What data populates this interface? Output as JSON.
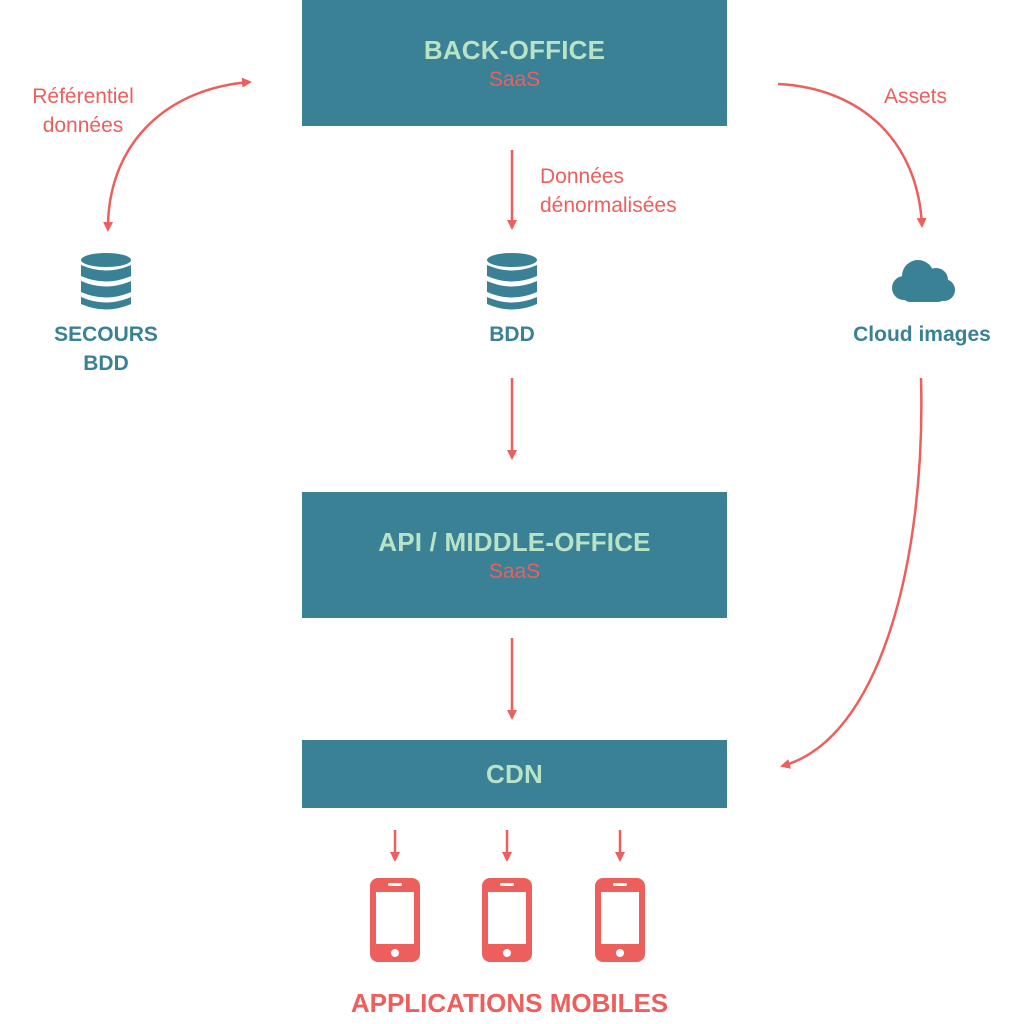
{
  "colors": {
    "teal": "#3a8196",
    "mint": "#b9e3c6",
    "coral": "#ec5f5c"
  },
  "back_office": {
    "title": "BACK-OFFICE",
    "subtitle": "SaaS"
  },
  "api": {
    "title": "API / MIDDLE-OFFICE",
    "subtitle": "SaaS"
  },
  "cdn": {
    "title": "CDN"
  },
  "edges": {
    "referentiel": {
      "line1": "Référentiel",
      "line2": "données"
    },
    "donnees": {
      "line1": "Données",
      "line2": "dénormalisées"
    },
    "assets": {
      "label": "Assets"
    }
  },
  "nodes": {
    "secours": {
      "line1": "SECOURS",
      "line2": "BDD",
      "icon": "database-icon"
    },
    "bdd": {
      "label": "BDD",
      "icon": "database-icon"
    },
    "cloud": {
      "label": "Cloud images",
      "icon": "cloud-icon"
    }
  },
  "devices": {
    "icon": "smartphone-icon"
  },
  "footer": {
    "label": "APPLICATIONS MOBILES"
  }
}
